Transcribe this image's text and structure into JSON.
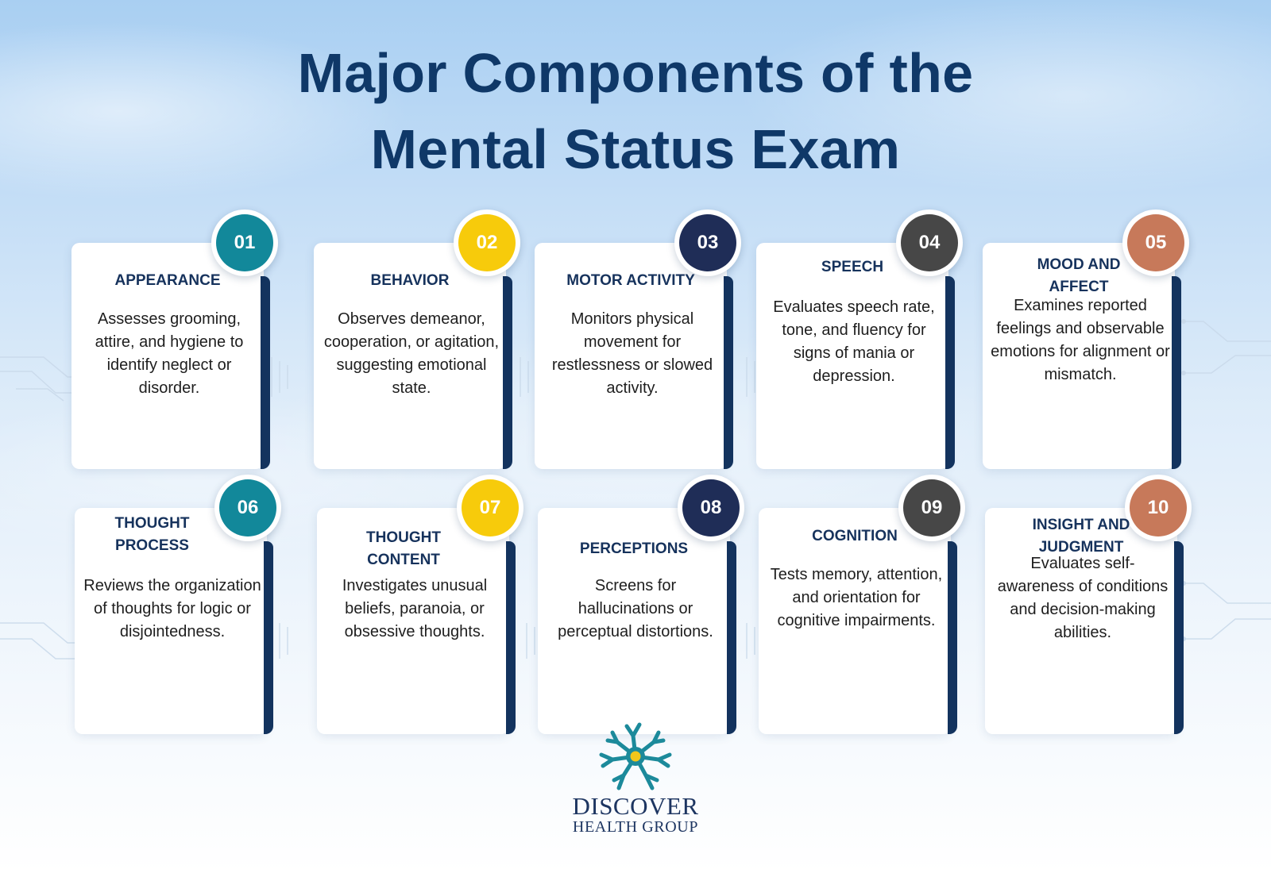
{
  "title": {
    "line1": "Major Components of the",
    "line2": "Mental Status Exam"
  },
  "colors": {
    "title": "#0f3868",
    "card_title": "#16325c",
    "card_bar": "#13335e",
    "teal": "#12889a",
    "yellow": "#f7cb0b",
    "navy": "#1f2d57",
    "charcoal": "#474747",
    "terracotta": "#c7795a"
  },
  "components": [
    {
      "number": "01",
      "title_line1": "APPEARANCE",
      "title_line2": "",
      "description": "Assesses grooming, attire, and hygiene to identify neglect or disorder.",
      "badge_color": "#12889a"
    },
    {
      "number": "02",
      "title_line1": "BEHAVIOR",
      "title_line2": "",
      "description": "Observes demeanor, cooperation, or agitation, suggesting emotional state.",
      "badge_color": "#f7cb0b"
    },
    {
      "number": "03",
      "title_line1": "MOTOR ACTIVITY",
      "title_line2": "",
      "description": "Monitors physical movement for restlessness or slowed activity.",
      "badge_color": "#1f2d57"
    },
    {
      "number": "04",
      "title_line1": "SPEECH",
      "title_line2": "",
      "description": "Evaluates speech rate, tone, and fluency for signs of mania or depression.",
      "badge_color": "#474747"
    },
    {
      "number": "05",
      "title_line1": "MOOD AND",
      "title_line2": "AFFECT",
      "description": "Examines reported feelings and observable emotions for alignment or mismatch.",
      "badge_color": "#c7795a"
    },
    {
      "number": "06",
      "title_line1": "THOUGHT",
      "title_line2": "PROCESS",
      "description": "Reviews the organization of thoughts for logic or disjointedness.",
      "badge_color": "#12889a"
    },
    {
      "number": "07",
      "title_line1": "THOUGHT",
      "title_line2": "CONTENT",
      "description": "Investigates unusual beliefs, paranoia, or obsessive thoughts.",
      "badge_color": "#f7cb0b"
    },
    {
      "number": "08",
      "title_line1": "PERCEPTIONS",
      "title_line2": "",
      "description": "Screens for hallucinations or perceptual distortions.",
      "badge_color": "#1f2d57"
    },
    {
      "number": "09",
      "title_line1": "COGNITION",
      "title_line2": "",
      "description": "Tests memory, attention, and orientation for cognitive impairments.",
      "badge_color": "#474747"
    },
    {
      "number": "10",
      "title_line1": "INSIGHT AND",
      "title_line2": "JUDGMENT",
      "description": "Evaluates self-awareness of conditions and decision-making abilities.",
      "badge_color": "#c7795a"
    }
  ],
  "logo": {
    "name": "DISCOVER",
    "subtitle": "HEALTH GROUP",
    "mark_icon": "neuron-icon",
    "mark_color": "#1c8a9b",
    "center_color": "#f2c61c"
  }
}
